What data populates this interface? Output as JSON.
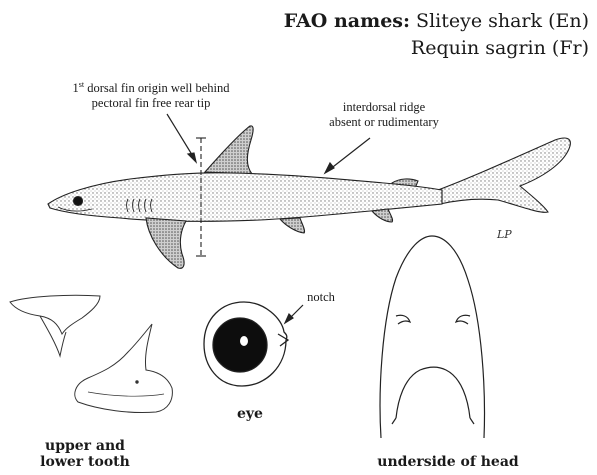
{
  "header": {
    "fao_label": "FAO names:",
    "name_en": "Sliteye shark (En)",
    "name_fr": "Requin sagrin (Fr)"
  },
  "annotations": {
    "dorsal_sup": "st",
    "dorsal_line1_a": "1",
    "dorsal_line1_b": " dorsal fin origin well behind",
    "dorsal_line2": "pectoral fin free rear tip",
    "ridge_line1": "interdorsal ridge",
    "ridge_line2": "absent or rudimentary",
    "notch": "notch"
  },
  "captions": {
    "tooth_line1": "upper and",
    "tooth_line2": "lower tooth",
    "eye": "eye",
    "head": "underside of head"
  },
  "signature": "LP",
  "icons": [
    "shark-illustration",
    "tooth-drawing",
    "eye-drawing",
    "head-underside-drawing"
  ]
}
